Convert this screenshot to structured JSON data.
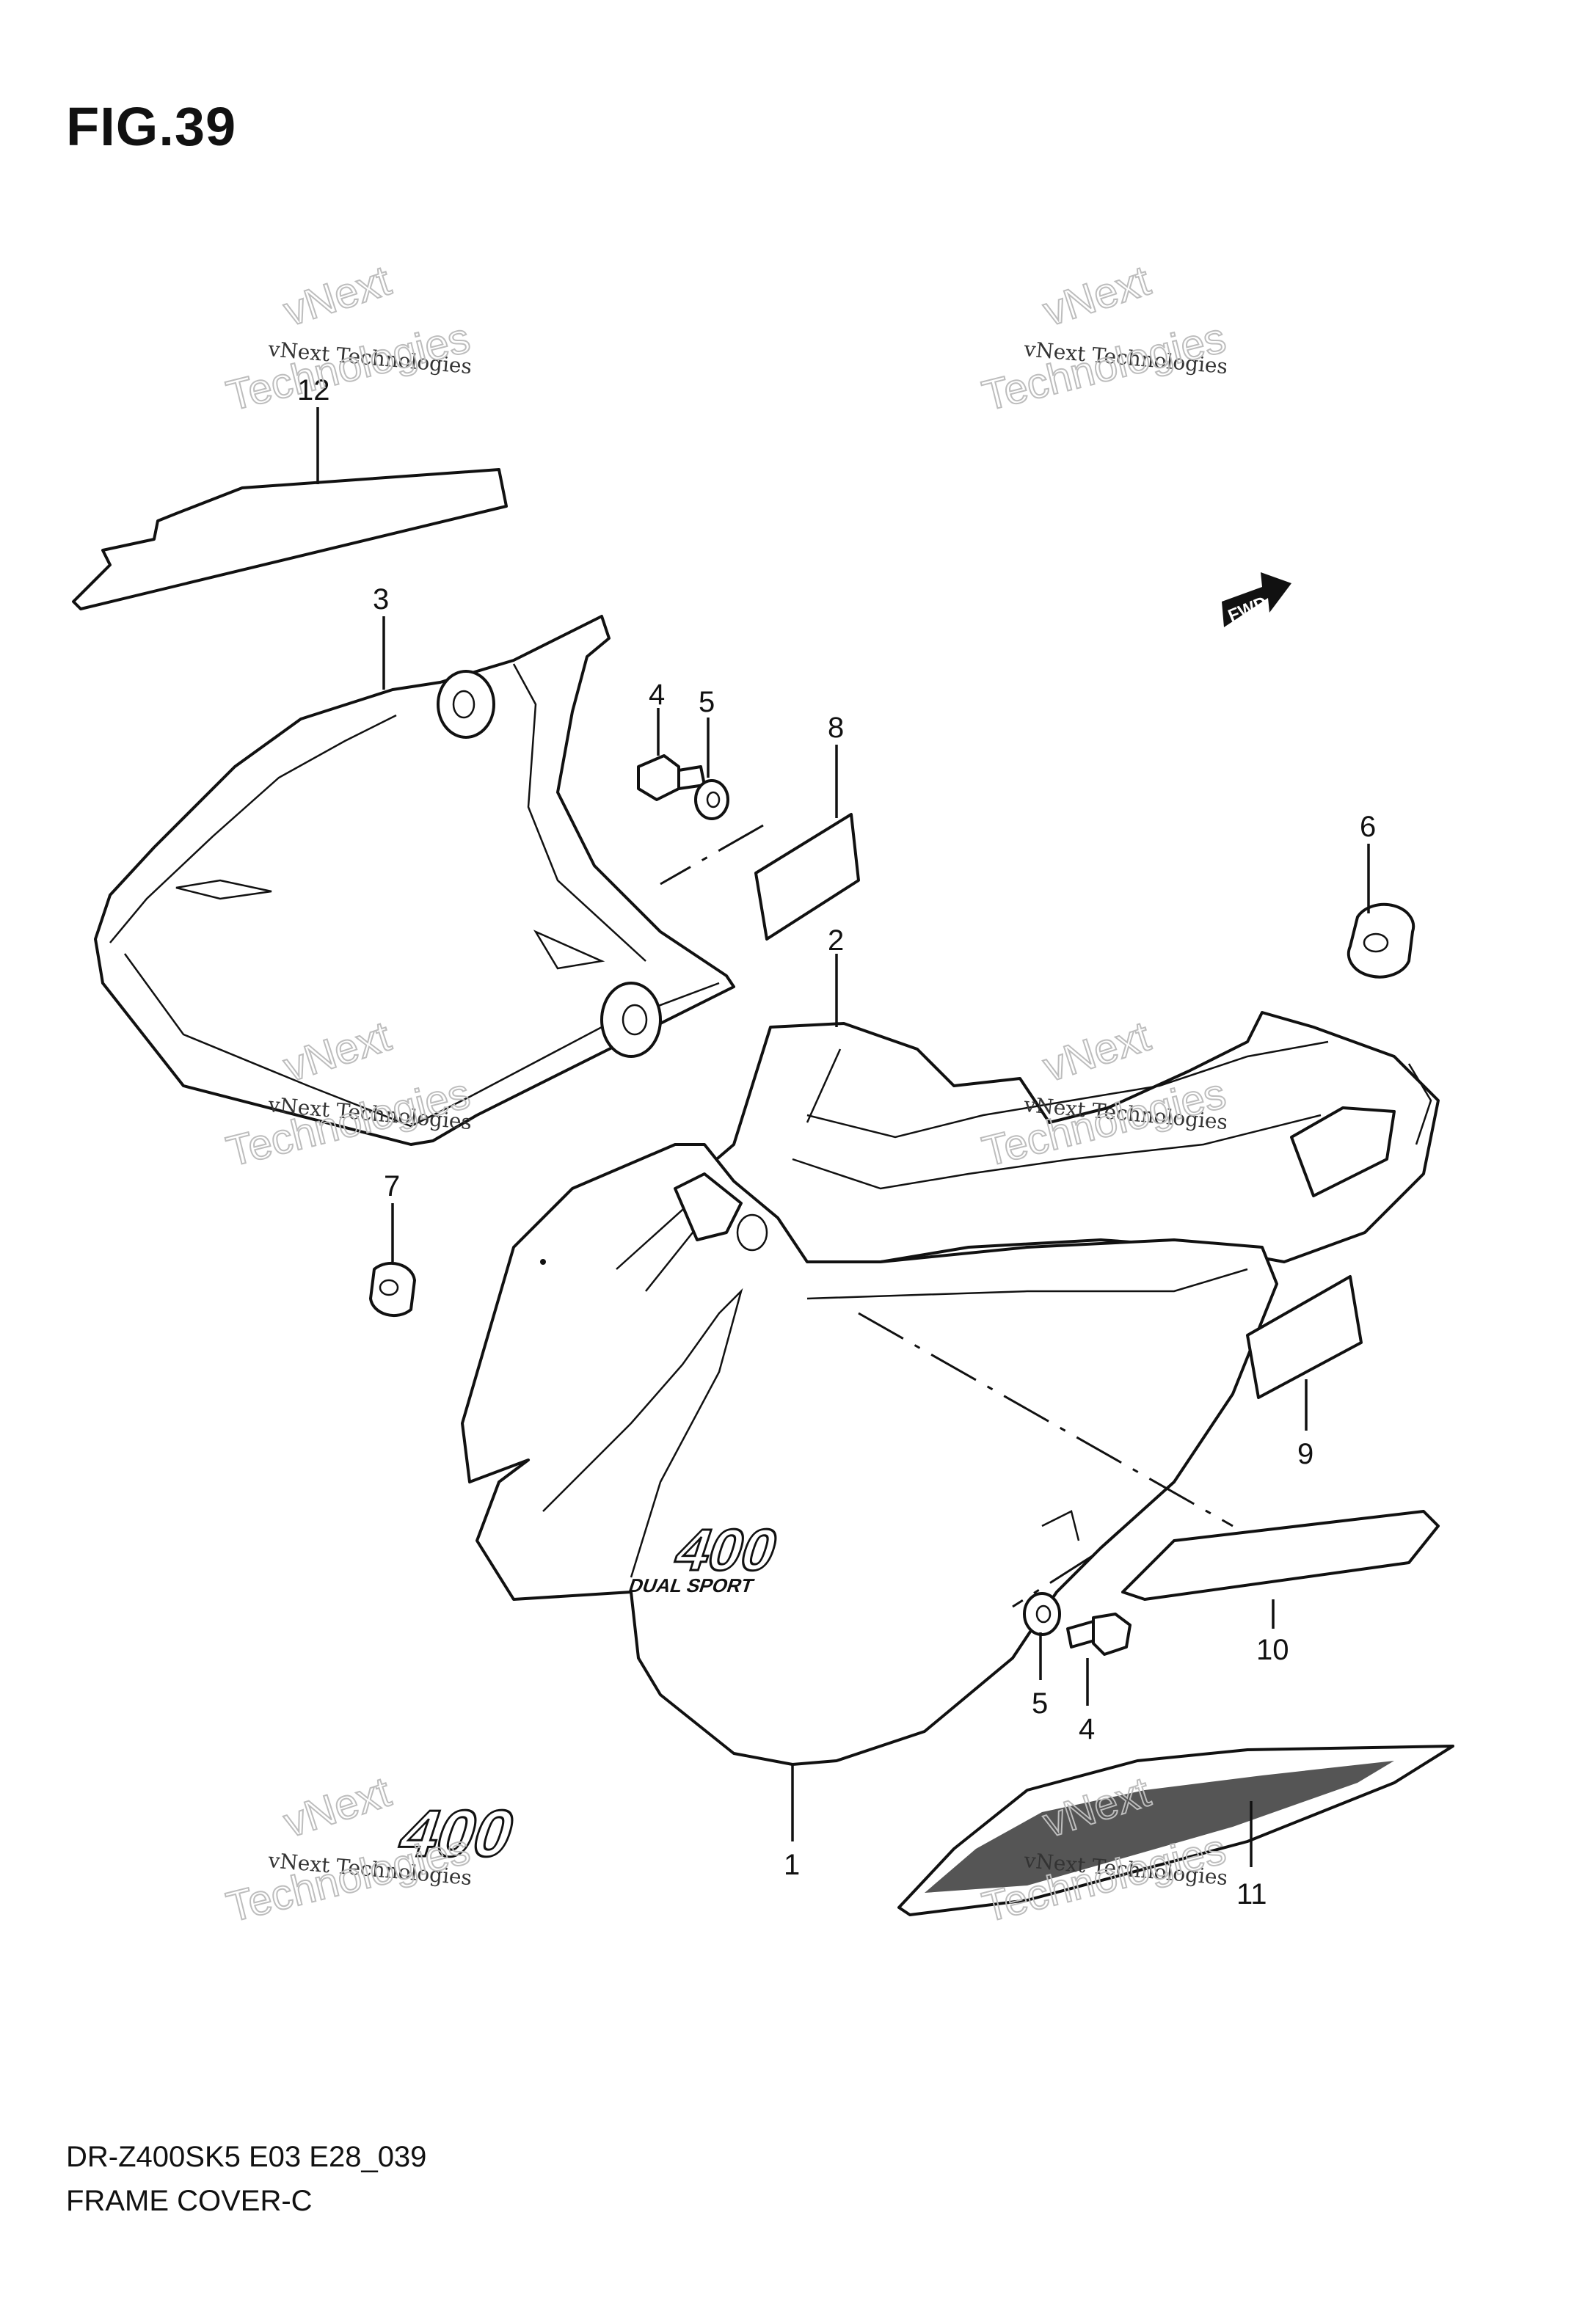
{
  "figure": {
    "title": "FIG.39",
    "model_code": "DR-Z400SK5 E03 E28_039",
    "section_name": "FRAME COVER-C",
    "fwd_label": "FWD"
  },
  "callouts": {
    "c1": "1",
    "c2": "2",
    "c3": "3",
    "c4a": "4",
    "c4b": "4",
    "c5a": "5",
    "c5b": "5",
    "c6": "6",
    "c7": "7",
    "c8": "8",
    "c9": "9",
    "c10": "10",
    "c11": "11",
    "c12": "12"
  },
  "emblems": {
    "number": "400",
    "subtitle": "DUAL SPORT"
  },
  "watermark": {
    "line_top": "vNext",
    "line_mid": "vNext Technologies",
    "line_big": "Technologies"
  },
  "colors": {
    "ink": "#111111",
    "watermark": "#bdbdbd"
  }
}
